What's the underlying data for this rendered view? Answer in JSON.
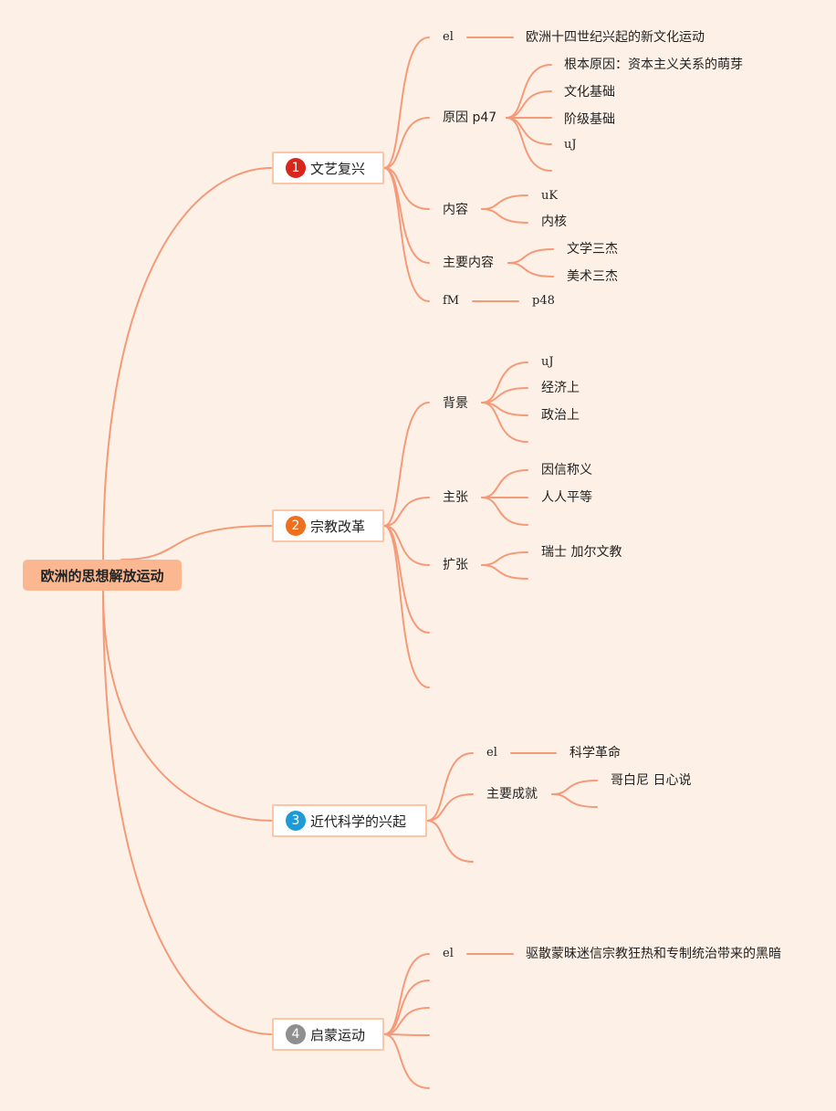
{
  "root": {
    "label": "欧洲的思想解放运动"
  },
  "topics": [
    {
      "number": "1",
      "label": "文艺复兴",
      "badge_color": "#d9261c",
      "children": [
        {
          "label": "el",
          "note": "欧洲十四世纪兴起的新文化运动"
        },
        {
          "label": "原因 p47",
          "items": [
            "根本原因：资本主义关系的萌芽",
            "文化基础",
            "阶级基础",
            "uJ"
          ]
        },
        {
          "label": "内容",
          "items": [
            "uK",
            "内核"
          ]
        },
        {
          "label": "主要内容",
          "items": [
            "文学三杰",
            "美术三杰"
          ]
        },
        {
          "label": "fM",
          "note": "p48"
        }
      ]
    },
    {
      "number": "2",
      "label": "宗教改革",
      "badge_color": "#ee6f1d",
      "children": [
        {
          "label": "背景",
          "items": [
            "uJ",
            "经济上",
            "政治上"
          ]
        },
        {
          "label": "主张",
          "items": [
            "因信称义",
            "人人平等"
          ]
        },
        {
          "label": "扩张",
          "items": [
            "瑞士 加尔文教"
          ]
        }
      ]
    },
    {
      "number": "3",
      "label": "近代科学的兴起",
      "badge_color": "#1e9bd7",
      "children": [
        {
          "label": "el",
          "note": "科学革命"
        },
        {
          "label": "主要成就",
          "items": [
            "哥白尼 日心说"
          ]
        }
      ]
    },
    {
      "number": "4",
      "label": "启蒙运动",
      "badge_color": "#8f8f8f",
      "children": [
        {
          "label": "el",
          "note": "驱散蒙昧迷信宗教狂热和专制统治带来的黑暗"
        }
      ]
    }
  ]
}
